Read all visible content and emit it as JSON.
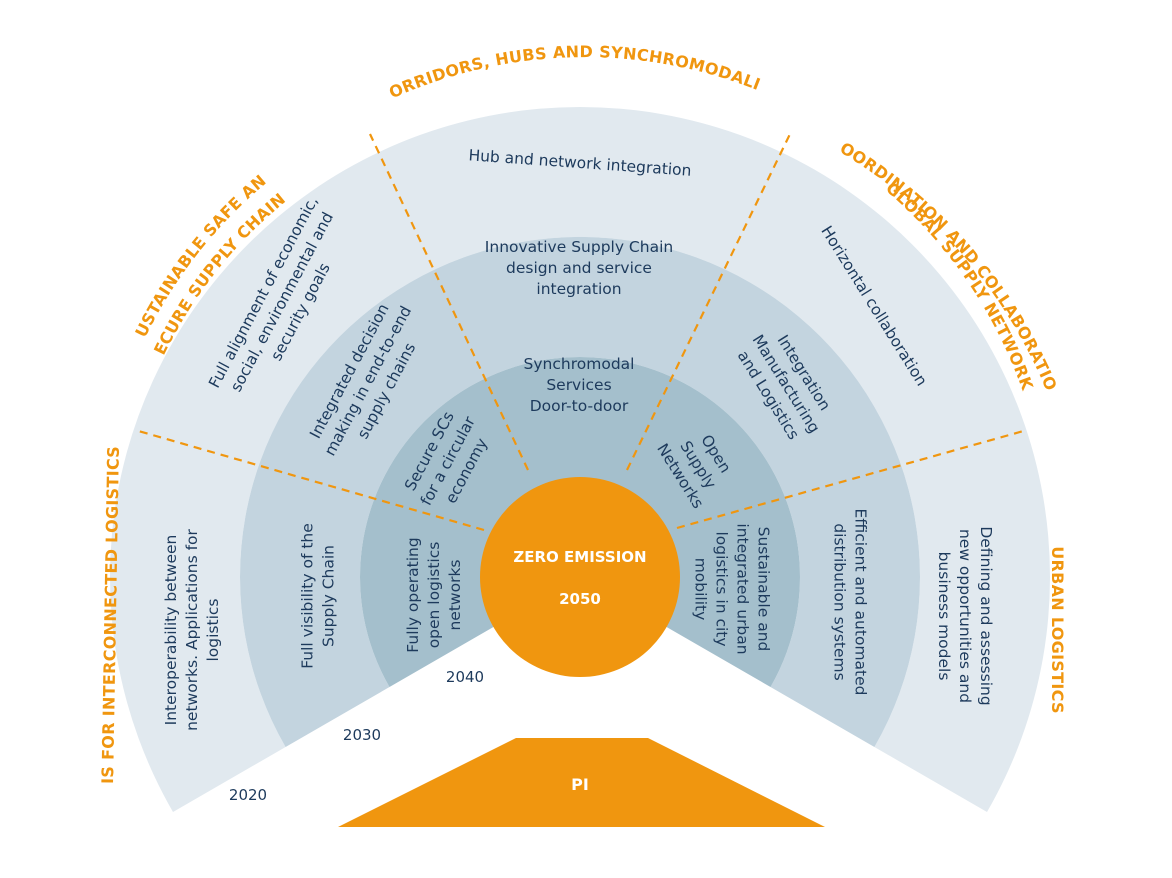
{
  "colors": {
    "ring_outer": "#e1e9ef",
    "ring_2030": "#c3d4df",
    "ring_2040": "#a4bfcc",
    "accent": "#f0960f",
    "text": "#1d3a5c"
  },
  "areas": {
    "interconnected": "IS FOR INTERCONNECTED LOGISTICS",
    "sustainable_1": "SUSTAINABLE SAFE AND",
    "sustainable_2": "SECURE SUPPLY CHAINS",
    "corridors": "CORRIDORS, HUBS AND SYNCHROMODALITY",
    "global_1": "GLOBAL SUPPLY NETWORK",
    "global_2": "COORDINATION AND COLLABORATION",
    "urban": "URBAN LOGISTICS"
  },
  "years": {
    "y2020": "2020",
    "y2030": "2030",
    "y2040": "2040"
  },
  "core": {
    "title": "ZERO EMISSION",
    "year": "2050"
  },
  "base": {
    "label": "PI"
  },
  "segments": {
    "r1": {
      "interconnected": [
        "Interoperability between",
        "networks. Applications for",
        "logistics"
      ],
      "sustainable": [
        "Full alignment of economic,",
        "social, environmental and",
        "security goals"
      ],
      "corridors": [
        "Hub and network integration"
      ],
      "global": [
        "Horizontal collaboration"
      ],
      "urban": [
        "Defining and assessing",
        "new opportunities and",
        "business models"
      ]
    },
    "r2": {
      "interconnected": [
        "Full visibility of the",
        "Supply Chain"
      ],
      "sustainable": [
        "Integrated decision",
        "making in end-to-end",
        "supply chains"
      ],
      "corridors": [
        "Innovative Supply Chain",
        "design and service",
        "integration"
      ],
      "global": [
        "Integration",
        "Manufacturing",
        "and Logistics"
      ],
      "urban": [
        "Efficient and automated",
        "distribution systems"
      ]
    },
    "r3": {
      "interconnected": [
        "Fully operating",
        "open logistics",
        "networks"
      ],
      "sustainable": [
        "Secure SCs",
        "for a circular",
        "economy"
      ],
      "corridors": [
        "Synchromodal",
        "Services",
        "Door-to-door"
      ],
      "global": [
        "Open",
        "Supply",
        "Networks"
      ],
      "urban": [
        "Sustainable and",
        "integrated urban",
        "logistics in city",
        "mobility"
      ]
    }
  }
}
